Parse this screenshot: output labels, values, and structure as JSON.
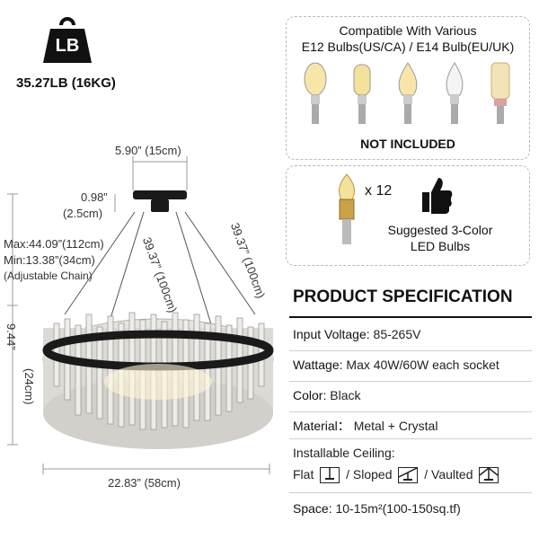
{
  "weight": {
    "badge": "LB",
    "value": "35.27LB (16KG)"
  },
  "dimensions": {
    "canopy_width": "5.90”  (15cm)",
    "canopy_height_in": "0.98”",
    "canopy_height_cm": "(2.5cm)",
    "chain_max": "Max:44.09”(112cm)",
    "chain_min": "Min:13.38”(34cm)",
    "chain_note": "(Adjustable Chain)",
    "height_in": "9.44”",
    "height_cm": "(24cm)",
    "rod_left": "39.37” (100cm)",
    "rod_right": "39.37” (100cm)",
    "diameter": "22.83”  (58cm)"
  },
  "bulbs": {
    "title_line1": "Compatible With Various",
    "title_line2": "E12 Bulbs(US/CA) / E14 Bulb(EU/UK)",
    "not_included": "NOT INCLUDED",
    "quantity": "x 12",
    "suggested_line1": "Suggested 3-Color",
    "suggested_line2": "LED Bulbs",
    "icons": [
      "bulb-icon",
      "bulb-icon",
      "bulb-icon",
      "bulb-icon",
      "bulb-icon",
      "thumbs-up-icon"
    ]
  },
  "spec": {
    "heading": "PRODUCT SPECIFICATION",
    "input_voltage_label": "Input Voltage:",
    "input_voltage_value": "85-265V",
    "wattage_label": "Wattage:",
    "wattage_value": "Max 40W/60W each socket",
    "color_label": "Color:",
    "color_value": "Black",
    "material_label": "Material：",
    "material_value": "Metal + Crystal",
    "ceiling_label": "Installable Ceiling:",
    "ceiling_flat": "Flat",
    "ceiling_sloped": "/ Sloped",
    "ceiling_vaulted": "/ Vaulted",
    "space_label": "Space:",
    "space_value": "10-15m²(100-150sq.tf)"
  },
  "colors": {
    "frame": "#1a1a1a",
    "crystal": "#d8d6d2",
    "gold": "#c9a24a"
  }
}
